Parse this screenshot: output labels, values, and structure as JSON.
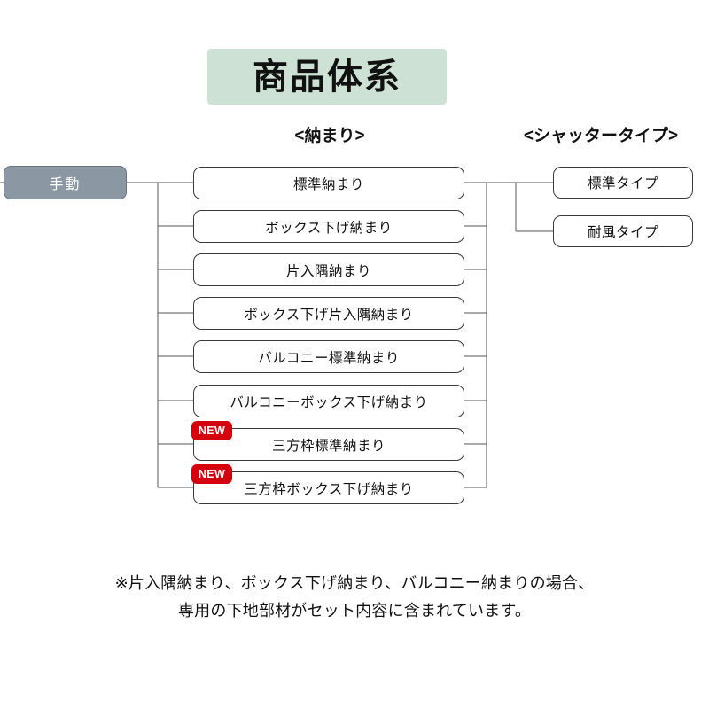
{
  "title": "商品体系",
  "theme": {
    "title_bg": "#cde2d4",
    "root_bg": "#8c97a4",
    "root_border": "#6a7482",
    "node_border": "#3a3a3a",
    "badge_bg": "#d5000e",
    "line": "#555555",
    "page_bg": "#ffffff"
  },
  "headers": {
    "osamari": "<納まり>",
    "shutter": "<シャッタータイプ>"
  },
  "root": {
    "label": "手動"
  },
  "osamari_nodes": [
    {
      "label": "標準納まり",
      "badge": ""
    },
    {
      "label": "ボックス下げ納まり",
      "badge": ""
    },
    {
      "label": "片入隅納まり",
      "badge": ""
    },
    {
      "label": "ボックス下げ片入隅納まり",
      "badge": ""
    },
    {
      "label": "バルコニー標準納まり",
      "badge": ""
    },
    {
      "label": "バルコニーボックス下げ納まり",
      "badge": ""
    },
    {
      "label": "三方枠標準納まり",
      "badge": "NEW"
    },
    {
      "label": "三方枠ボックス下げ納まり",
      "badge": "NEW"
    }
  ],
  "shutter_nodes": [
    {
      "label": "標準タイプ"
    },
    {
      "label": "耐風タイプ"
    }
  ],
  "footnote": {
    "line1": "※片入隅納まり、ボックス下げ納まり、バルコニー納まりの場合、",
    "line2": "専用の下地部材がセット内容に含まれています。"
  }
}
